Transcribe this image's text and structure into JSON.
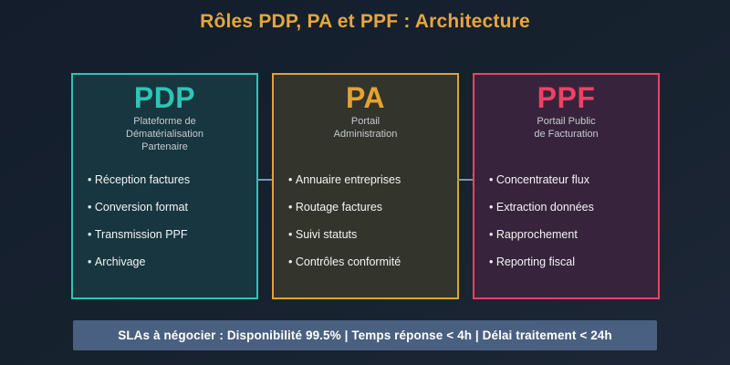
{
  "title": "Rôles PDP, PA et PPF : Architecture",
  "colors": {
    "title": "#e6a63c",
    "page_background": "#17222f",
    "arrow": "#8095b3",
    "subtitle_text": "#c6cacf",
    "item_text": "#f4f4f4"
  },
  "boxes": [
    {
      "code": "PDP",
      "subtitle": "Plateforme de\nDématérialisation\nPartenaire",
      "items": [
        "Réception factures",
        "Conversion format",
        "Transmission PPF",
        "Archivage"
      ],
      "accent": "#2ec4b6",
      "bg": "#17363f"
    },
    {
      "code": "PA",
      "subtitle": "Portail\nAdministration",
      "items": [
        "Annuaire entreprises",
        "Routage factures",
        "Suivi statuts",
        "Contrôles conformité"
      ],
      "accent": "#e2a431",
      "bg": "#33342c"
    },
    {
      "code": "PPF",
      "subtitle": "Portail Public\nde Facturation",
      "items": [
        "Concentrateur flux",
        "Extraction données",
        "Rapprochement",
        "Reporting fiscal"
      ],
      "accent": "#ee4164",
      "bg": "#37243c"
    }
  ],
  "sla_bar": {
    "text": "SLAs à négocier : Disponibilité 99.5% | Temps réponse < 4h | Délai traitement < 24h",
    "bg": "#4a6080",
    "text_color": "#ffffff"
  }
}
